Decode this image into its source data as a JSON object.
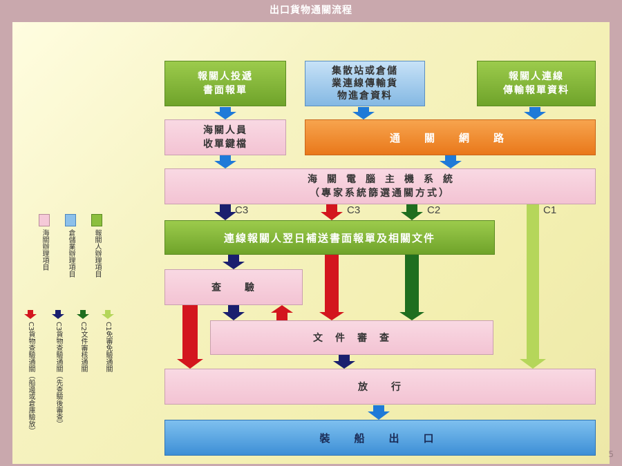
{
  "title": "出口貨物通關流程",
  "slide_number": "5",
  "boxes": {
    "broker_submit": "報關人投遞\n書面報單",
    "warehouse_transmit": "集散站或倉儲\n業連線傳輸貨\n物進倉資料",
    "broker_online": "報關人連線\n傳輸報單資料",
    "customs_receive": "海關人員\n收單鍵檔",
    "network": "通　關　網　路",
    "host_line1": "海　關　電　腦　主　機　系　統",
    "host_line2": "（專家系統篩選通關方式）",
    "next_day": "連線報關人翌日補送書面報單及相關文件",
    "inspection": "查　　驗",
    "doc_review": "文　件　審　查",
    "release": "放　　行",
    "loading": "裝　船　出　口"
  },
  "channel_labels": {
    "c3_navy": "C3",
    "c3_red": "C3",
    "c2": "C2",
    "c1": "C1"
  },
  "legend_colors": {
    "customs": "海關辦理項目",
    "warehouse": "倉儲業辦理項目",
    "broker": "報關人辦理項目"
  },
  "legend_arrows": {
    "red": "C3貨物查驗通關（船邊或倉庫驗放）",
    "navy": "C3貨物查驗通關（先查驗後審查）",
    "green": "C2文件審核通關",
    "lightgreen": "C1免審免驗通關"
  },
  "colors": {
    "red": "#d3161e",
    "navy": "#1a1f6e",
    "green": "#1f6e1f",
    "lightgreen": "#b5d65a",
    "blue_arrow": "#1f7ad8",
    "customs_pink": "#f5c9d8",
    "warehouse_blue": "#8cc0ea",
    "broker_green": "#8cbf3e"
  }
}
